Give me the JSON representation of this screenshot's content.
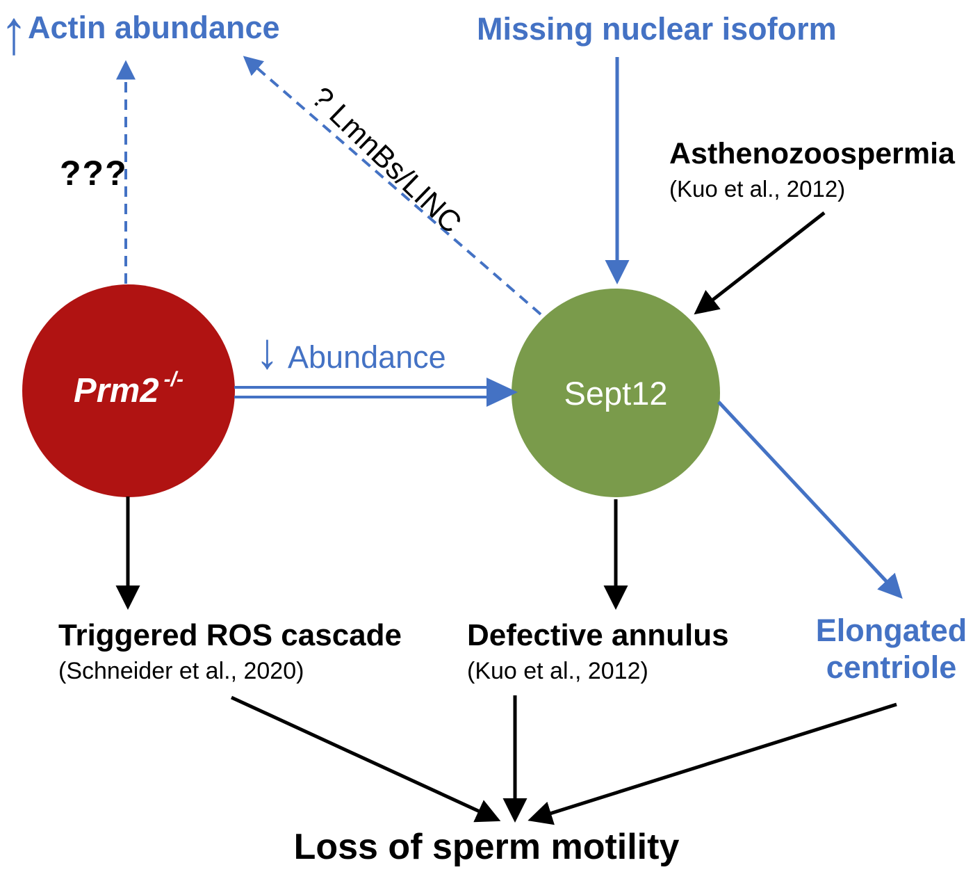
{
  "colors": {
    "accent_blue": "#4472C4",
    "node_red": "#B01312",
    "node_green": "#7A9B4B",
    "text_black": "#000000"
  },
  "top": {
    "actin_arrow": "↑",
    "actin": "Actin abundance",
    "missing_isoform": "Missing nuclear isoform"
  },
  "right": {
    "asthenozoospermia": "Asthenozoospermia",
    "asthenozoospermia_cite": "(Kuo et al., 2012)"
  },
  "edges": {
    "question_marks": "???",
    "lmnbs_linc": "? LmnBs/LINC",
    "abundance_arrow": "↓",
    "abundance": "Abundance"
  },
  "nodes": {
    "prm2_label": "Prm2",
    "prm2_sup": "-/-",
    "sept12_label": "Sept12"
  },
  "outcomes": {
    "ros": "Triggered ROS cascade",
    "ros_cite": "(Schneider et al., 2020)",
    "annulus": "Defective annulus",
    "annulus_cite": "(Kuo et al., 2012)",
    "centriole": "Elongated centriole",
    "motility": "Loss of sperm motility"
  }
}
